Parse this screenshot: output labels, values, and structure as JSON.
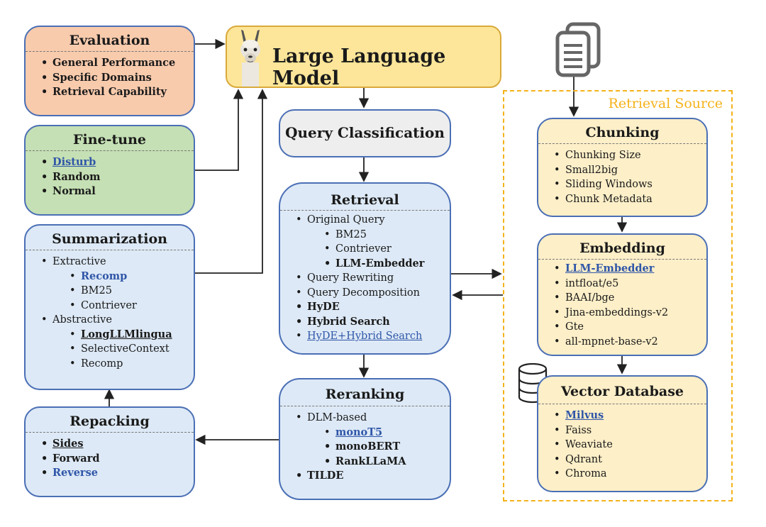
{
  "diagram": {
    "llm": {
      "title": "Large Language Model",
      "icon": "llama-icon"
    },
    "query_classification": {
      "title": "Query Classification"
    },
    "evaluation": {
      "title": "Evaluation",
      "items": [
        "General Performance",
        "Specific Domains",
        "Retrieval Capability"
      ]
    },
    "finetune": {
      "title": "Fine-tune",
      "items": [
        "Disturb",
        "Random",
        "Normal"
      ]
    },
    "summarization": {
      "title": "Summarization",
      "items": [
        "Extractive",
        "Recomp",
        "BM25",
        "Contriever",
        "Abstractive",
        "LongLLMlingua",
        "SelectiveContext",
        "Recomp"
      ]
    },
    "repacking": {
      "title": "Repacking",
      "items": [
        "Sides",
        "Forward",
        "Reverse"
      ]
    },
    "retrieval": {
      "title": "Retrieval",
      "items": [
        "Original Query",
        "BM25",
        "Contriever",
        "LLM-Embedder",
        "Query Rewriting",
        "Query Decomposition",
        "HyDE",
        "Hybrid Search",
        "HyDE+Hybrid Search"
      ]
    },
    "reranking": {
      "title": "Reranking",
      "items": [
        "DLM-based",
        "monoT5",
        "monoBERT",
        "RankLLaMA",
        "TILDE"
      ]
    },
    "retrieval_source": {
      "label": "Retrieval Source",
      "document_icon": "documents-icon",
      "database_icon": "database-icon"
    },
    "chunking": {
      "title": "Chunking",
      "items": [
        "Chunking Size",
        "Small2big",
        "Sliding Windows",
        "Chunk Metadata"
      ]
    },
    "embedding": {
      "title": "Embedding",
      "items": [
        "LLM-Embedder",
        "intfloat/e5",
        "BAAI/bge",
        "Jina-embeddings-v2",
        "Gte",
        "all-mpnet-base-v2"
      ]
    },
    "vector_db": {
      "title": "Vector Database",
      "items": [
        "Milvus",
        "Faiss",
        "Weaviate",
        "Qdrant",
        "Chroma"
      ]
    },
    "colors": {
      "evaluation_bg": "#f8cbad",
      "finetune_bg": "#c5e0b4",
      "module_bg": "#dde9f6",
      "llm_bg": "#fde699",
      "source_bg": "#fdefc8",
      "source_border": "#f5b21a",
      "highlight_text": "#2f56a8",
      "box_border": "#4a6fb5"
    }
  }
}
